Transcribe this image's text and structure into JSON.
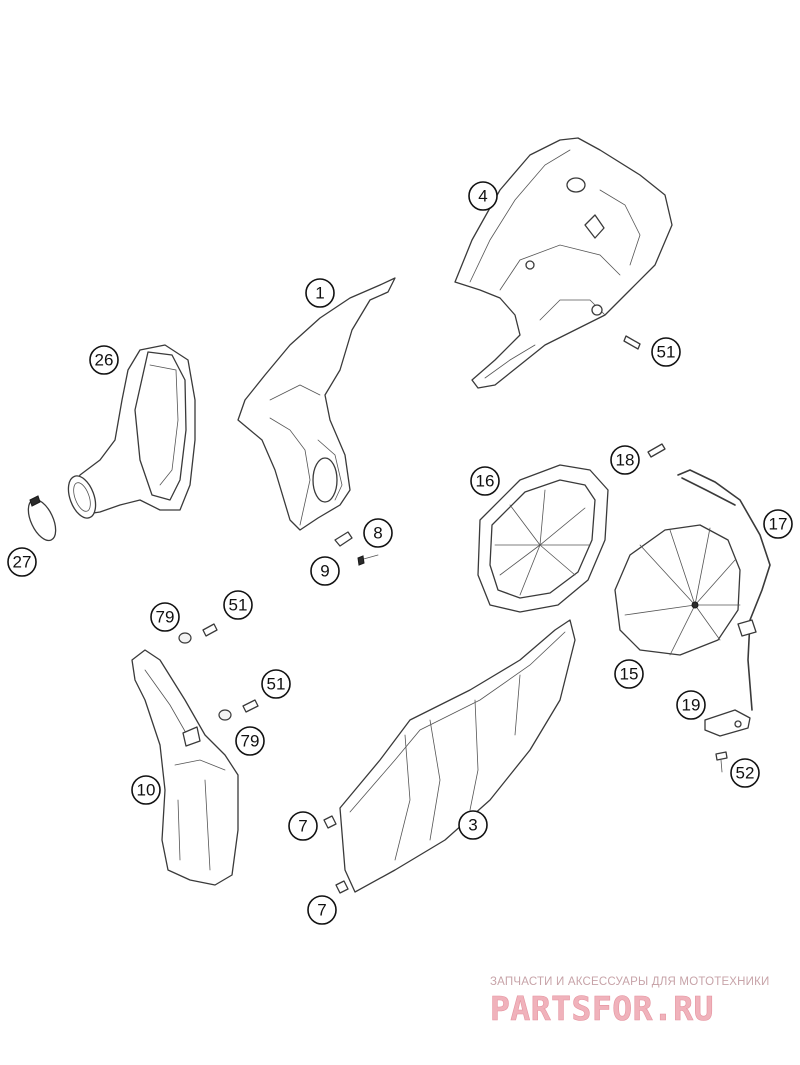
{
  "callouts": [
    {
      "id": "c1",
      "label": "1"
    },
    {
      "id": "c3",
      "label": "3"
    },
    {
      "id": "c4",
      "label": "4"
    },
    {
      "id": "c7a",
      "label": "7"
    },
    {
      "id": "c7b",
      "label": "7"
    },
    {
      "id": "c8",
      "label": "8"
    },
    {
      "id": "c9",
      "label": "9"
    },
    {
      "id": "c10",
      "label": "10"
    },
    {
      "id": "c15",
      "label": "15"
    },
    {
      "id": "c16",
      "label": "16"
    },
    {
      "id": "c17",
      "label": "17"
    },
    {
      "id": "c18",
      "label": "18"
    },
    {
      "id": "c19",
      "label": "19"
    },
    {
      "id": "c26",
      "label": "26"
    },
    {
      "id": "c27",
      "label": "27"
    },
    {
      "id": "c51a",
      "label": "51"
    },
    {
      "id": "c51b",
      "label": "51"
    },
    {
      "id": "c51c",
      "label": "51"
    },
    {
      "id": "c52",
      "label": "52"
    },
    {
      "id": "c79a",
      "label": "79"
    },
    {
      "id": "c79b",
      "label": "79"
    }
  ],
  "watermark": {
    "tagline": "ЗАПЧАСТИ И АКСЕССУАРЫ ДЛЯ МОТОТЕХНИКИ",
    "brand": "PARTSFOR.RU"
  }
}
